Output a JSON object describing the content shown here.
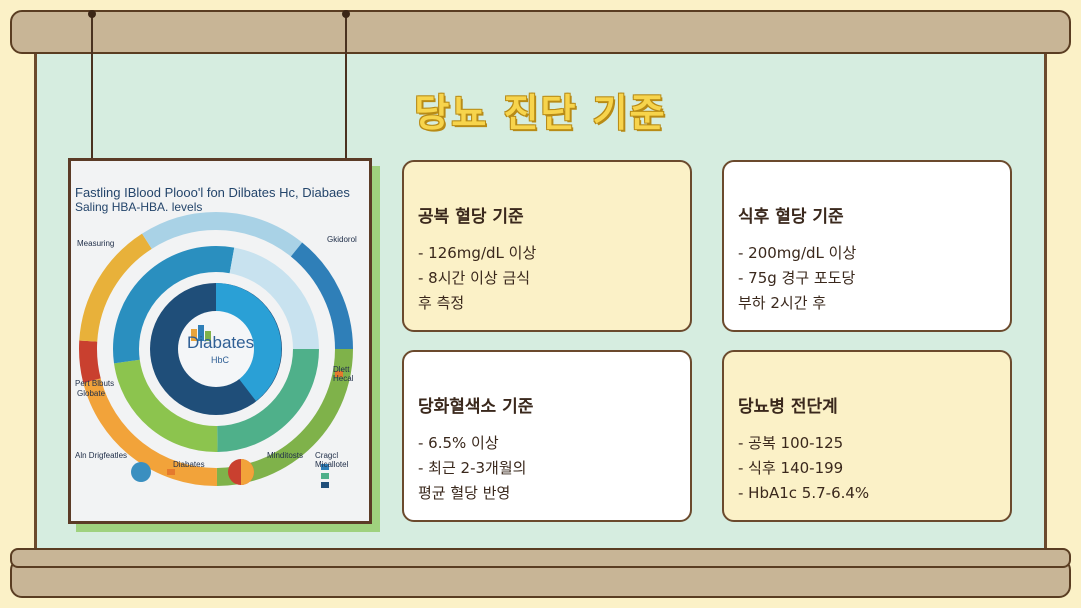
{
  "title": "당뇨 진단 기준",
  "poster": {
    "title_line1": "Fastling IBlood Plooo'l fon Dilbates Hc, Diabaes",
    "title_line2": "Saling HBA-HBA. levels",
    "center_label": "Diabates",
    "center_sub": "HbC",
    "left_label_1": "Measuring",
    "left_label_2": "Pert Blbuts",
    "left_label_3": "Globate",
    "bottom_label_1": "Aln Drigfeatles",
    "bottom_label_2": "Diabates",
    "bottom_label_3": "Mlnditosts",
    "bottom_label_4": "Cragcl Micallotel",
    "right_label_1": "Gkidorol",
    "right_label_2": "Dlett Hecal"
  },
  "cards": [
    {
      "title": "공복 혈당 기준",
      "lines": [
        "- 126mg/dL 이상",
        "- 8시간 이상 금식",
        "후 측정"
      ]
    },
    {
      "title": "식후 혈당 기준",
      "lines": [
        "- 200mg/dL 이상",
        "- 75g 경구 포도당",
        "부하 2시간 후"
      ]
    },
    {
      "title": "당화혈색소 기준",
      "lines": [
        "- 6.5% 이상",
        "- 최근 2-3개월의",
        "평균 혈당 반영"
      ]
    },
    {
      "title": "당뇨병 전단계",
      "lines": [
        "- 공복 100-125",
        "- 식후 140-199",
        "- HbA1c 5.7-6.4%"
      ]
    }
  ]
}
